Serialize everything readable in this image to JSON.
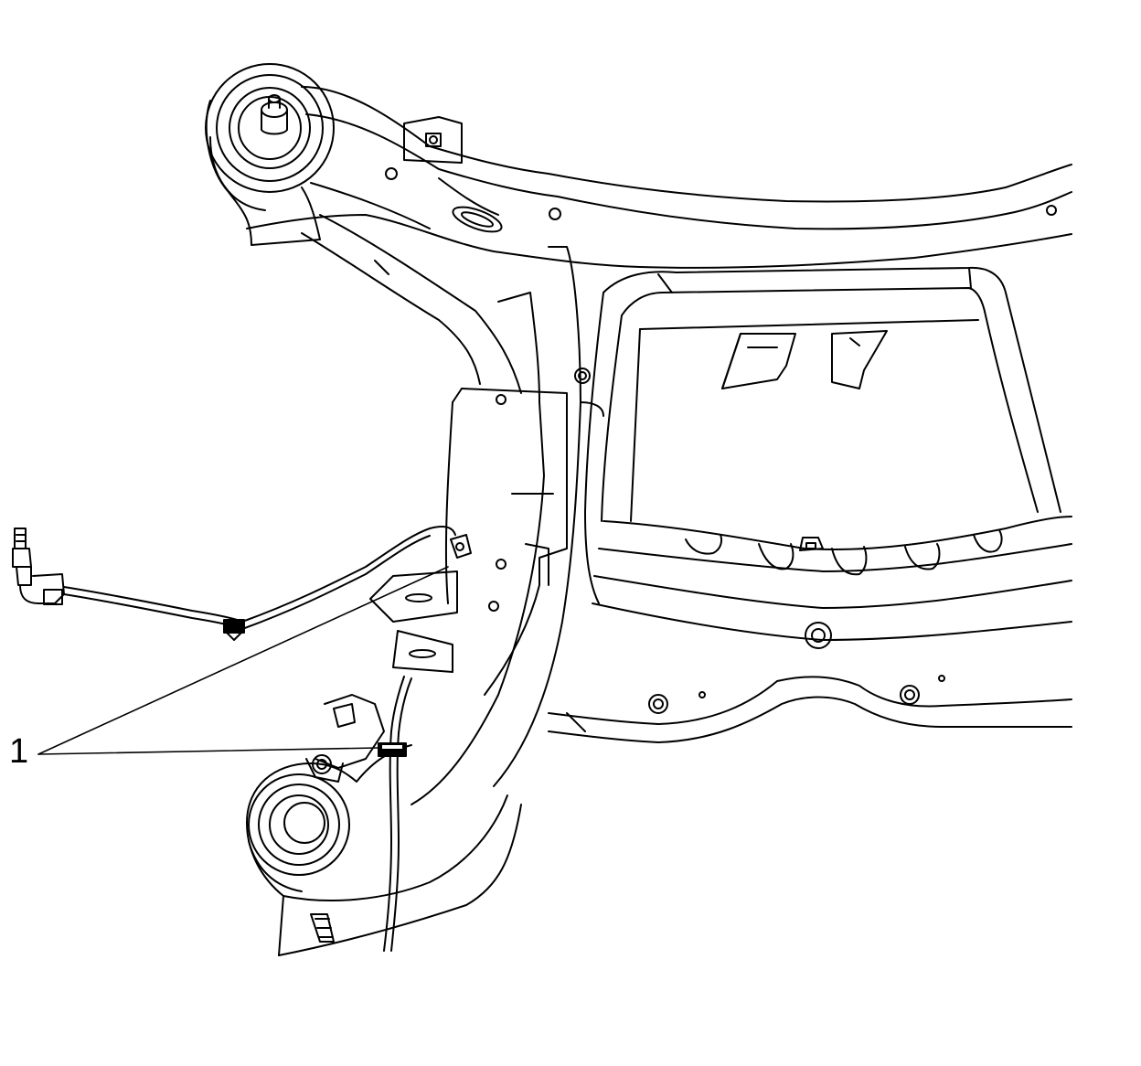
{
  "diagram": {
    "subject": "subframe-with-wheel-speed-sensor-harness",
    "callouts": [
      {
        "label": "1",
        "targets": [
          "harness-clip-upper",
          "harness-clip-lower"
        ]
      }
    ],
    "colors": {
      "stroke": "#000000",
      "fill": "#ffffff"
    }
  }
}
